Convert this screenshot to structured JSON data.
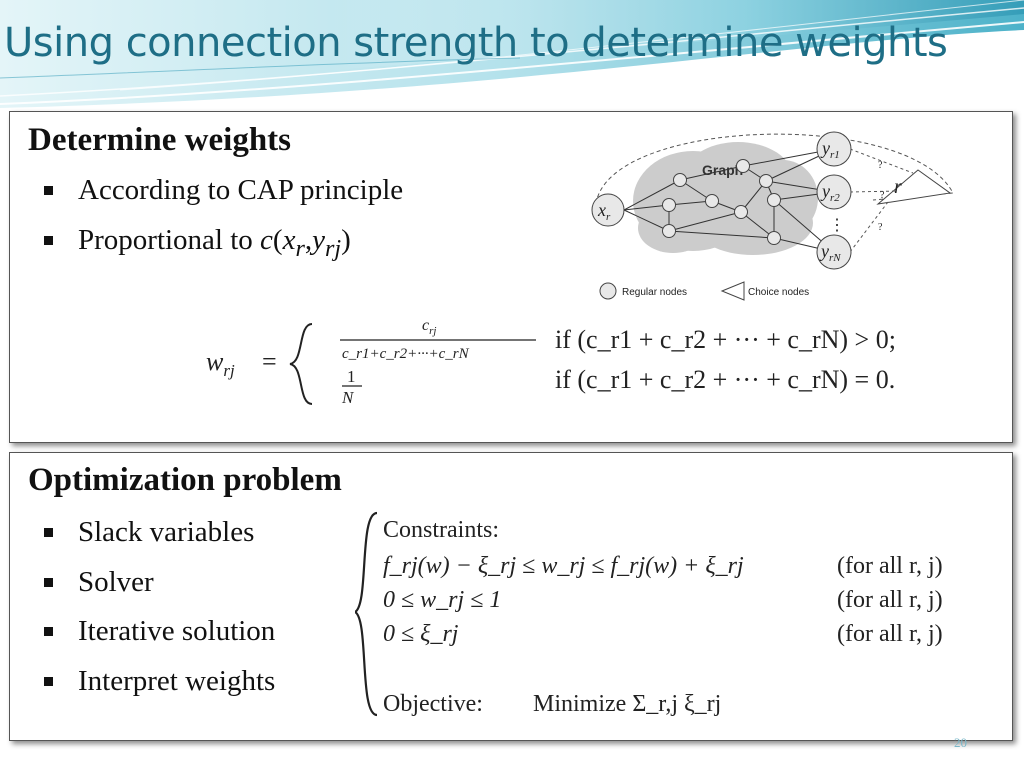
{
  "slide": {
    "title": "Using connection strength to determine weights",
    "page_number": "20"
  },
  "section1": {
    "heading": "Determine weights",
    "bullets": [
      {
        "text": "According to CAP principle"
      },
      {
        "prefix": "Proportional to ",
        "func": "c",
        "open": "(",
        "x": "x",
        "x_sub": "r",
        "comma": ",",
        "y": "y",
        "y_sub": "rj",
        "close": ")"
      }
    ],
    "figure": {
      "graph_label": "Graph",
      "input_node": "x",
      "input_sub": "r",
      "output_nodes": [
        {
          "base": "y",
          "sub": "r1"
        },
        {
          "base": "y",
          "sub": "r2"
        },
        {
          "base": "y",
          "sub": "rN"
        }
      ],
      "question_marks": [
        "?",
        "?",
        "?"
      ],
      "choice_label": "r",
      "vdots": "⋮",
      "legend_regular": "Regular nodes",
      "legend_choice": "Choice nodes"
    },
    "formula": {
      "lhs_w": "w",
      "lhs_sub": "rj",
      "equals": "=",
      "numerator": "c",
      "numerator_sub": "rj",
      "denominator": "c_r1+c_r2+···+c_rN",
      "one": "1",
      "N": "N",
      "cond1": "if (c_r1 + c_r2 + ··· + c_rN) > 0;",
      "cond2": "if (c_r1 + c_r2 + ··· + c_rN) = 0."
    }
  },
  "section2": {
    "heading": "Optimization problem",
    "bullets": [
      {
        "text": "Slack variables"
      },
      {
        "text": "Solver"
      },
      {
        "text": "Iterative solution"
      },
      {
        "text": "Interpret weights"
      }
    ],
    "formula": {
      "constraints_label": "Constraints:",
      "line1": "f_rj(w) − ξ_rj ≤ w_rj ≤ f_rj(w) + ξ_rj",
      "line2": "0 ≤ w_rj ≤ 1",
      "line3": "0 ≤ ξ_rj",
      "for_all": "(for all r, j)",
      "objective_label": "Objective:",
      "objective": "Minimize Σ_r,j ξ_rj"
    }
  },
  "colors": {
    "title": "#1e6e86",
    "wave_light": "#bfe6ee",
    "wave_mid": "#7fcbdb",
    "wave_dark": "#3aa3bd",
    "node_fill": "#e6e6e6",
    "cloud_fill": "#cccccc"
  }
}
